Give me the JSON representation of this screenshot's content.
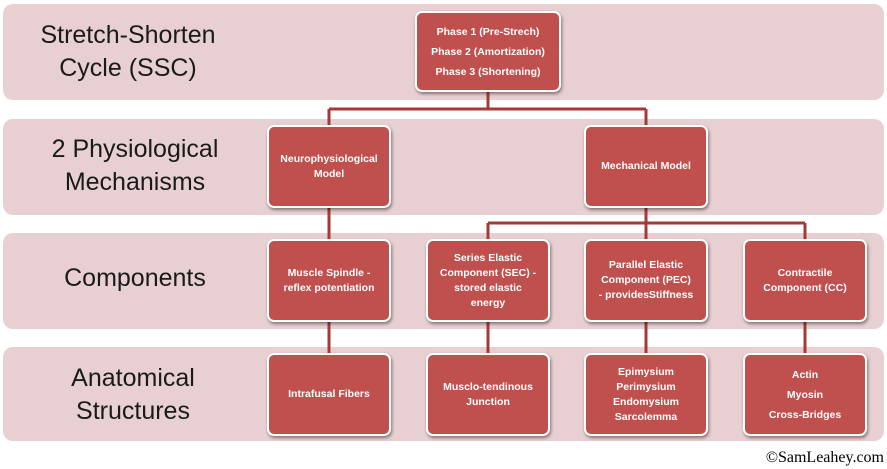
{
  "bands": [
    {
      "label": "Stretch-Shorten\nCycle (SSC)"
    },
    {
      "label": "2 Physiological\nMechanisms"
    },
    {
      "label": "Components"
    },
    {
      "label": "Anatomical\nStructures"
    }
  ],
  "nodes": {
    "phases": "Phase 1 (Pre-Strech)\nPhase 2 (Amortization)\nPhase 3 (Shortening)",
    "neuro_model": "Neurophysiological\nModel",
    "mech_model": "Mechanical Model",
    "muscle_spindle": "Muscle Spindle -\nreflex potentiation",
    "sec": "Series Elastic\nComponent (SEC) -\nstored  elastic\nenergy",
    "pec": "Parallel Elastic\nComponent (PEC)\n- providesStiffness",
    "cc": "Contractile\nComponent (CC)",
    "intrafusal": "Intrafusal Fibers",
    "musclo_tendinous": "Musclo-tendinous\nJunction",
    "connective": "Epimysium\nPerimysium\nEndomysium\nSarcolemma",
    "cross_bridges": "Actin\nMyosin\nCross-Bridges"
  },
  "colors": {
    "band": "#e8d0d2",
    "node": "#c0504d",
    "connector": "#a23b37"
  },
  "copyright": "©SamLeahey.com"
}
